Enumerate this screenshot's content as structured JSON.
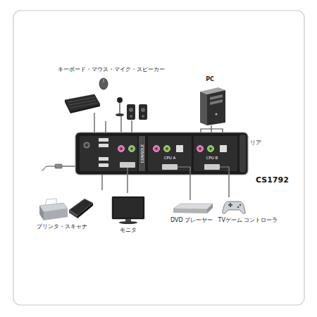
{
  "diagram": {
    "nodes": [
      {
        "text": [
          "キーボード・マウス・マイク・スピーカー"
        ]
      },
      {
        "text": [
          "PC"
        ]
      },
      {
        "text": [
          "CS1792",
          "CONSOLE",
          "CPU A",
          "CPU B"
        ]
      },
      {
        "text": [
          "プリンタ・スキャナ"
        ]
      },
      {
        "text": [
          "モニタ"
        ]
      },
      {
        "text": [
          "DVD プレーヤー"
        ]
      },
      {
        "text": [
          "TVゲーム コントローラ"
        ]
      }
    ],
    "edges": [
      {
        "from": 2,
        "to": 0,
        "arrow": "none"
      },
      {
        "from": 2,
        "to": 1,
        "arrow": "none"
      },
      {
        "from": 2,
        "to": 3,
        "arrow": "none"
      },
      {
        "from": 2,
        "to": 4,
        "arrow": "none"
      },
      {
        "from": 2,
        "to": 5,
        "arrow": "none"
      },
      {
        "from": 2,
        "to": 6,
        "arrow": "none"
      }
    ],
    "labels": [
      "リア"
    ]
  }
}
